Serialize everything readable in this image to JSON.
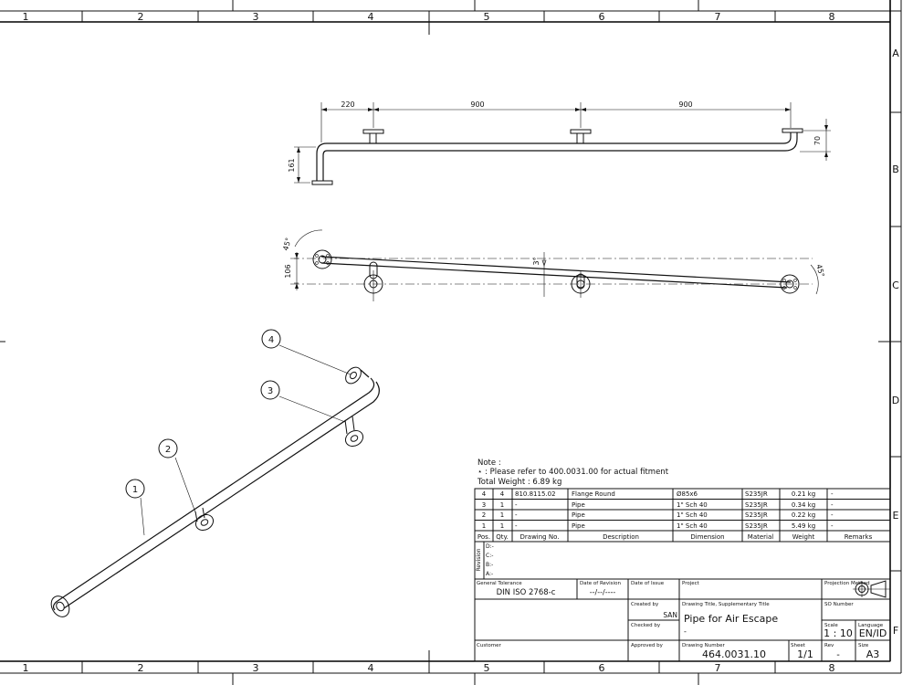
{
  "frame": {
    "columns": [
      "1",
      "2",
      "3",
      "4",
      "5",
      "6",
      "7",
      "8"
    ],
    "rows": [
      "A",
      "B",
      "C",
      "D",
      "E",
      "F"
    ]
  },
  "top_view": {
    "dims": [
      "220",
      "900",
      "900"
    ],
    "left_height": "161",
    "right_height": "70"
  },
  "front_view": {
    "angle_left": "45°",
    "angle_right": "45°",
    "slope": "3°",
    "offset": "106"
  },
  "iso_view": {
    "balloons": [
      "1",
      "2",
      "3",
      "4"
    ]
  },
  "note": {
    "label": "Note :",
    "line1": "⋆ : Please refer to 400.0031.00 for actual fitment",
    "weight": "Total Weight : 6.89 kg"
  },
  "bom": {
    "headers": [
      "Pos.",
      "Qty.",
      "Drawing No.",
      "Description",
      "Dimension",
      "Material",
      "Weight",
      "Remarks"
    ],
    "rows": [
      [
        "4",
        "4",
        "810.8115.02",
        "Flange Round",
        "Ø85x6",
        "S235JR",
        "0.21 kg",
        "-"
      ],
      [
        "3",
        "1",
        "-",
        "Pipe",
        "1\" Sch 40",
        "S235JR",
        "0.34 kg",
        "-"
      ],
      [
        "2",
        "1",
        "-",
        "Pipe",
        "1\" Sch 40",
        "S235JR",
        "0.22 kg",
        "-"
      ],
      [
        "1",
        "1",
        "-",
        "Pipe",
        "1\" Sch 40",
        "S235JR",
        "5.49 kg",
        "-"
      ]
    ]
  },
  "revision": {
    "label": "Revision",
    "rows": [
      "D:-",
      "C:-",
      "B:-",
      "A:-"
    ]
  },
  "title_block": {
    "general_tolerance_label": "General Tolerance",
    "general_tolerance": "DIN ISO 2768-c",
    "date_of_revision_label": "Date of Revision",
    "date_of_revision": "--/--/----",
    "date_of_issue_label": "Date of Issue",
    "project_label": "Project",
    "projection_label": "Projection Method",
    "created_by_label": "Created by",
    "created_by": "SAN",
    "checked_by_label": "Checked by",
    "approved_by_label": "Approved by",
    "customer_label": "Customer",
    "drawing_title_label": "Drawing Title, Supplementary Title",
    "drawing_title": "Pipe for Air Escape",
    "drawing_subtitle": "-",
    "so_number_label": "SO Number",
    "scale_label": "Scale",
    "scale": "1 : 10",
    "language_label": "Language",
    "language": "EN/ID",
    "drawing_number_label": "Drawing Number",
    "drawing_number": "464.0031.10",
    "sheet_label": "Sheet",
    "sheet": "1/1",
    "rev_label": "Rev",
    "rev": "-",
    "size_label": "Size",
    "size": "A3"
  }
}
